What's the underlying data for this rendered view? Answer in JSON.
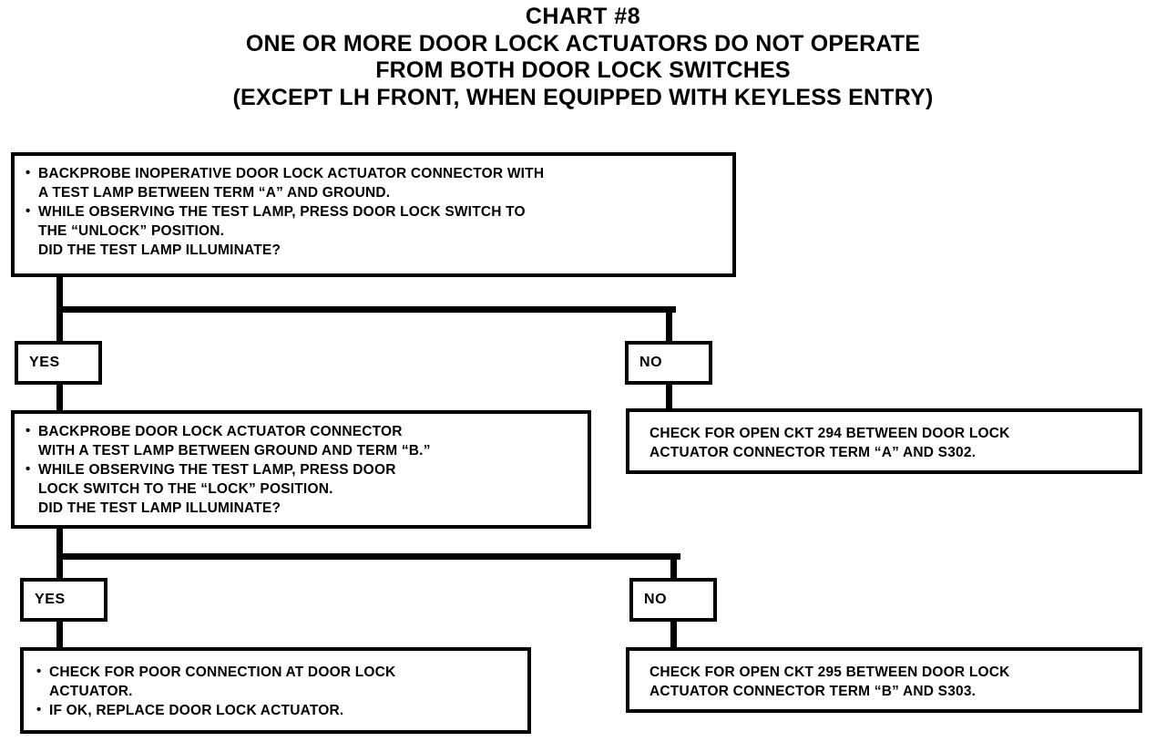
{
  "title": {
    "line1": "CHART #8",
    "line2": "ONE OR MORE DOOR LOCK ACTUATORS DO NOT OPERATE",
    "line3": "FROM BOTH DOOR LOCK SWITCHES",
    "line4": "(EXCEPT LH FRONT, WHEN EQUIPPED WITH KEYLESS ENTRY)"
  },
  "colors": {
    "line": "#000000",
    "background": "#ffffff",
    "text": "#000000"
  },
  "nodes": {
    "step1": {
      "id": "step1",
      "type": "decision",
      "bullets": [
        "BACKPROBE INOPERATIVE DOOR LOCK ACTUATOR CONNECTOR WITH\nA TEST LAMP BETWEEN TERM “A” AND GROUND.",
        "WHILE OBSERVING THE TEST LAMP, PRESS DOOR LOCK SWITCH TO\nTHE “UNLOCK” POSITION."
      ],
      "tail": "DID THE TEST LAMP ILLUMINATE?"
    },
    "step1_yes": {
      "id": "step1-yes",
      "type": "branch-label",
      "label": "YES"
    },
    "step1_no": {
      "id": "step1-no",
      "type": "branch-label",
      "label": "NO"
    },
    "step2": {
      "id": "step2",
      "type": "decision",
      "bullets": [
        "BACKPROBE DOOR LOCK ACTUATOR CONNECTOR\nWITH A TEST LAMP BETWEEN GROUND AND TERM “B.”",
        "WHILE OBSERVING THE TEST LAMP, PRESS DOOR\nLOCK SWITCH TO THE “LOCK” POSITION."
      ],
      "tail": "DID THE TEST LAMP ILLUMINATE?"
    },
    "step1_no_result": {
      "id": "step1-no-result",
      "type": "result",
      "text": "CHECK FOR OPEN CKT 294 BETWEEN DOOR LOCK\nACTUATOR CONNECTOR TERM “A” AND S302."
    },
    "step2_yes": {
      "id": "step2-yes",
      "type": "branch-label",
      "label": "YES"
    },
    "step2_no": {
      "id": "step2-no",
      "type": "branch-label",
      "label": "NO"
    },
    "step2_yes_result": {
      "id": "step2-yes-result",
      "type": "result",
      "bullets": [
        "CHECK FOR POOR CONNECTION AT DOOR LOCK\nACTUATOR.",
        "IF OK, REPLACE DOOR LOCK ACTUATOR."
      ]
    },
    "step2_no_result": {
      "id": "step2-no-result",
      "type": "result",
      "text": "CHECK FOR OPEN CKT 295 BETWEEN DOOR LOCK\nACTUATOR CONNECTOR TERM “B” AND S303."
    }
  }
}
